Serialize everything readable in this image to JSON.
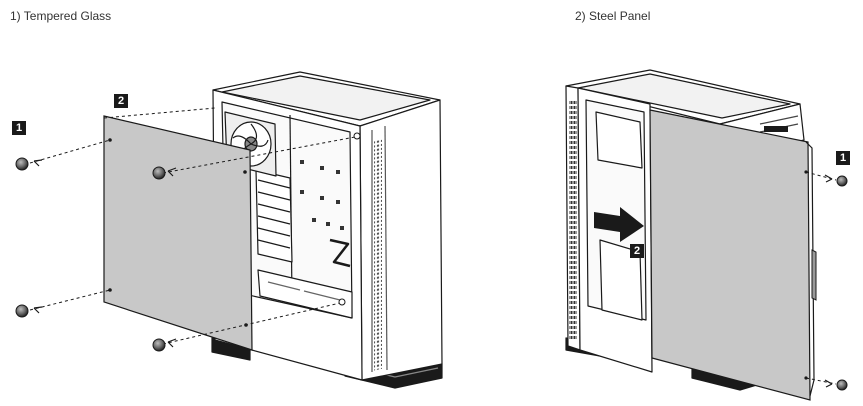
{
  "panels": [
    {
      "caption": "1) Tempered Glass",
      "step_labels": [
        "1",
        "2"
      ]
    },
    {
      "caption": "2) Steel Panel",
      "step_labels": [
        "1",
        "2"
      ]
    }
  ],
  "colors": {
    "line": "#1a1a1a",
    "panel_fill": "#c8c8c8",
    "case_fill": "#ffffff",
    "badge": "#1a1a1a"
  },
  "icons": [
    "thumbscrew-icon",
    "push-arrow-icon"
  ]
}
